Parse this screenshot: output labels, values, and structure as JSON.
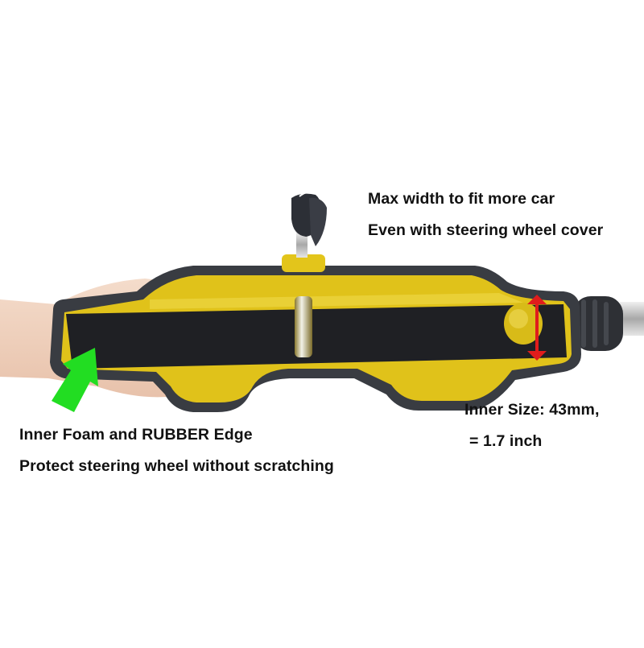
{
  "image": {
    "subject": "steering wheel lock held in hand",
    "background_color": "#ffffff"
  },
  "annotations": {
    "top": {
      "line1": "Max width to fit more car",
      "line2": "Even with steering wheel cover"
    },
    "left": {
      "line1": "Inner Foam and RUBBER Edge",
      "line2": "Protect steering wheel without scratching"
    },
    "right": {
      "line1": "Inner Size: 43mm,",
      "line2": "= 1.7 inch"
    }
  },
  "markers": {
    "green_arrow": {
      "icon": "arrow-up-right-icon",
      "color": "#22dd22"
    },
    "red_measure": {
      "icon": "double-arrow-vertical-icon",
      "color": "#e01c1c"
    }
  },
  "colors": {
    "lock_yellow": "#e2c41c",
    "rubber_edge": "#3a3d42",
    "foam_black": "#1e1f22",
    "skin": "#f1d3c0",
    "chrome": "#c9c9c9"
  }
}
